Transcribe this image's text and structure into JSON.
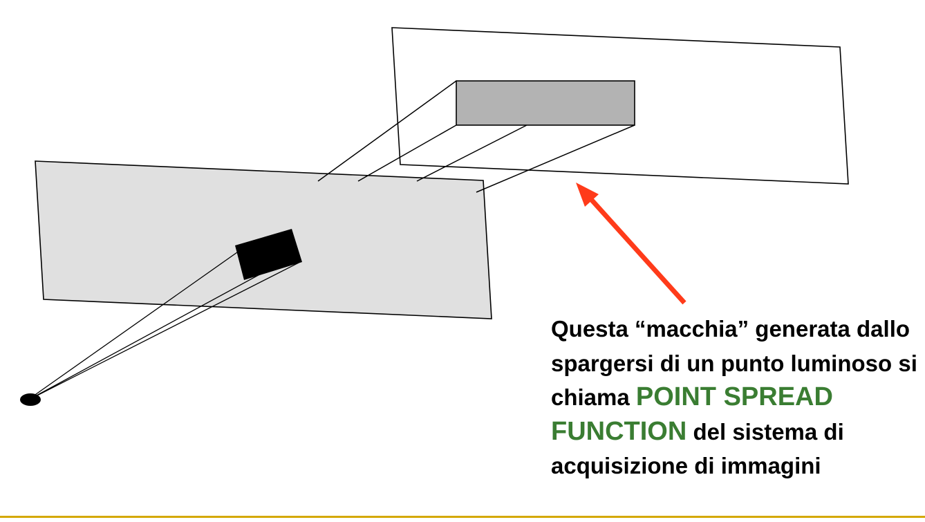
{
  "caption": {
    "part1": "Questa “macchia” generata dallo spargersi di un punto luminoso si chiama ",
    "highlight": "POINT SPREAD FUNCTION",
    "part2": " del sistema di acquisizione di immagini"
  },
  "colors": {
    "highlight": "#3a7d32",
    "arrow": "#ff3b1a",
    "object_plane_fill": "#e0e0e0",
    "object_fill": "#000000",
    "spot_fill": "#b3b3b3",
    "line": "#000000",
    "footer_rule": "#d4a800"
  }
}
